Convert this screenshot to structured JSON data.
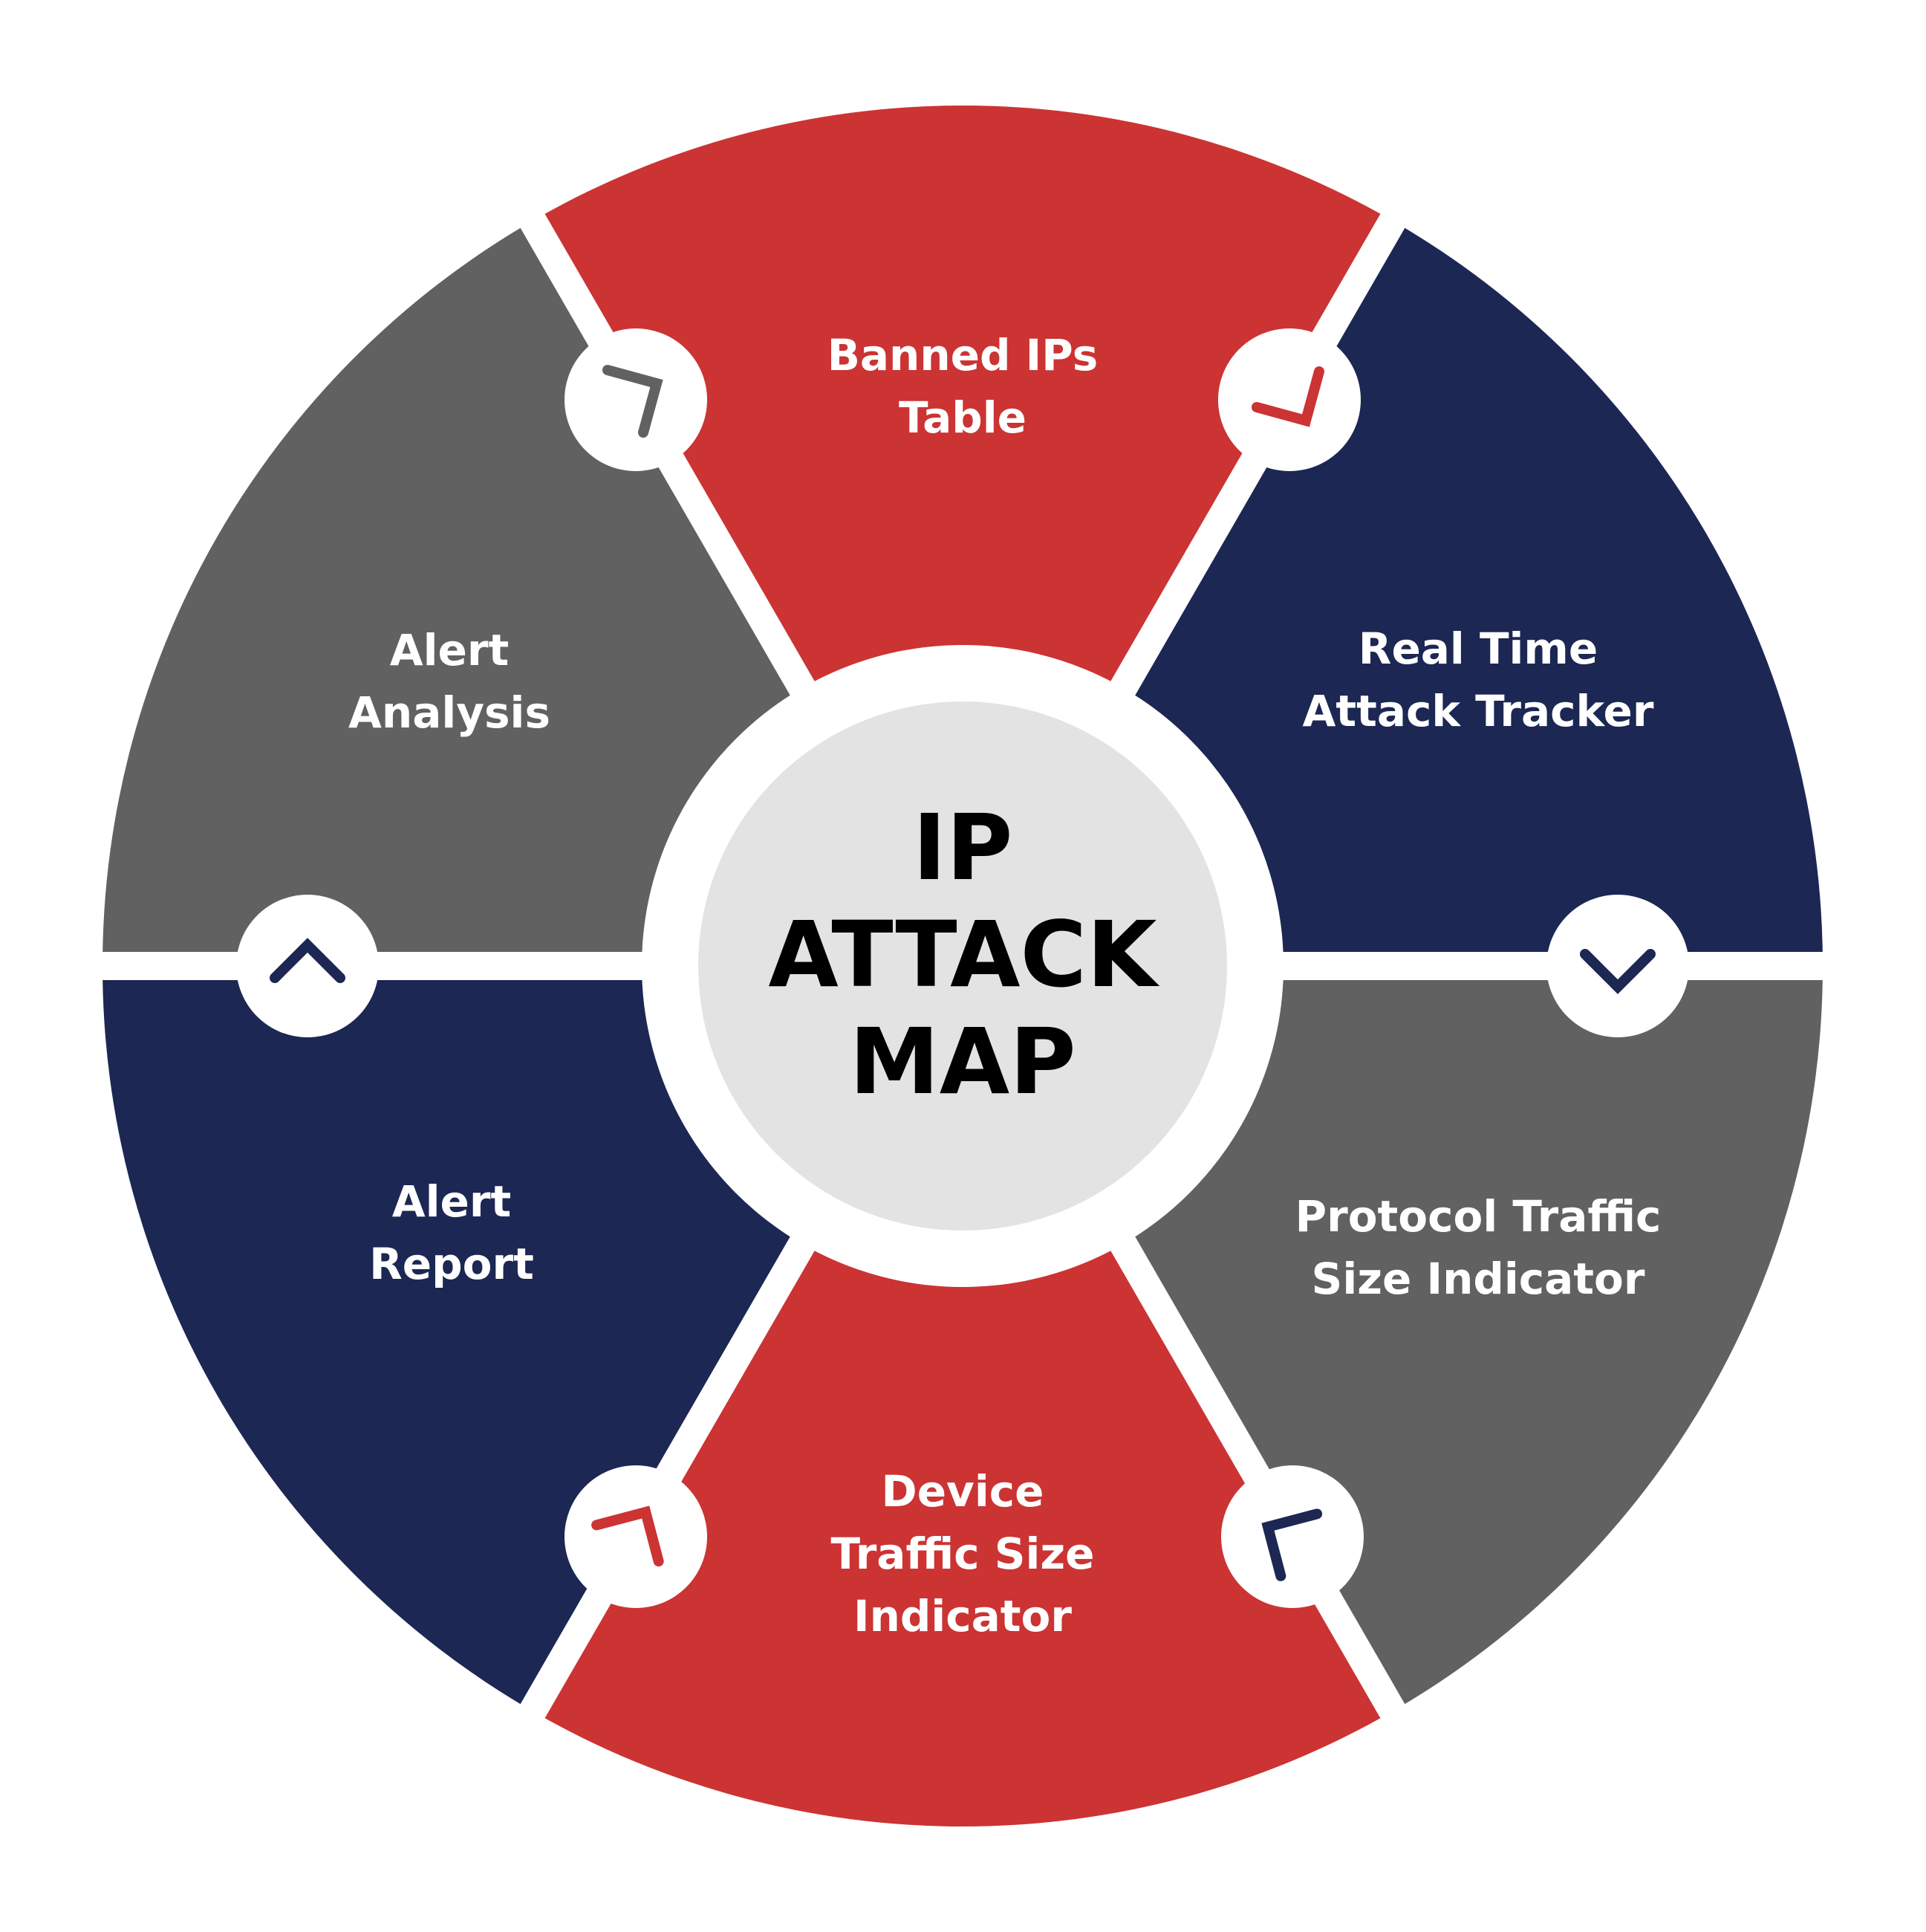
{
  "center": {
    "lines": [
      "IP",
      "ATTACK",
      "MAP"
    ],
    "fill": "#e3e3e3"
  },
  "colors": {
    "red": "#cc3333",
    "navy": "#1c2754",
    "gray": "#616161",
    "white": "#ffffff",
    "text": "#ffffff"
  },
  "segments": [
    {
      "id": "banned-ips-table",
      "lines": [
        "Banned IPs",
        "Table"
      ],
      "color": "red"
    },
    {
      "id": "real-time-attack-tracker",
      "lines": [
        "Real Time",
        "Attack Tracker"
      ],
      "color": "navy"
    },
    {
      "id": "protocol-traffic-size-indicator",
      "lines": [
        "Protocol Traffic",
        "Size Indicator"
      ],
      "color": "gray"
    },
    {
      "id": "device-traffic-size-indicator",
      "lines": [
        "Device",
        "Traffic Size",
        "Indicator"
      ],
      "color": "red"
    },
    {
      "id": "alert-report",
      "lines": [
        "Alert",
        "Report"
      ],
      "color": "navy"
    },
    {
      "id": "alert-analysis",
      "lines": [
        "Alert",
        "Analysis"
      ],
      "color": "gray"
    }
  ],
  "connectors": [
    {
      "id": "connector-top-left",
      "icon": "chevron-icon",
      "color": "gray"
    },
    {
      "id": "connector-top-right",
      "icon": "chevron-icon",
      "color": "red"
    },
    {
      "id": "connector-right",
      "icon": "chevron-down-icon",
      "color": "navy"
    },
    {
      "id": "connector-bottom-right",
      "icon": "chevron-icon",
      "color": "navy"
    },
    {
      "id": "connector-bottom-left",
      "icon": "chevron-icon",
      "color": "red"
    },
    {
      "id": "connector-left",
      "icon": "chevron-up-icon",
      "color": "navy"
    }
  ]
}
